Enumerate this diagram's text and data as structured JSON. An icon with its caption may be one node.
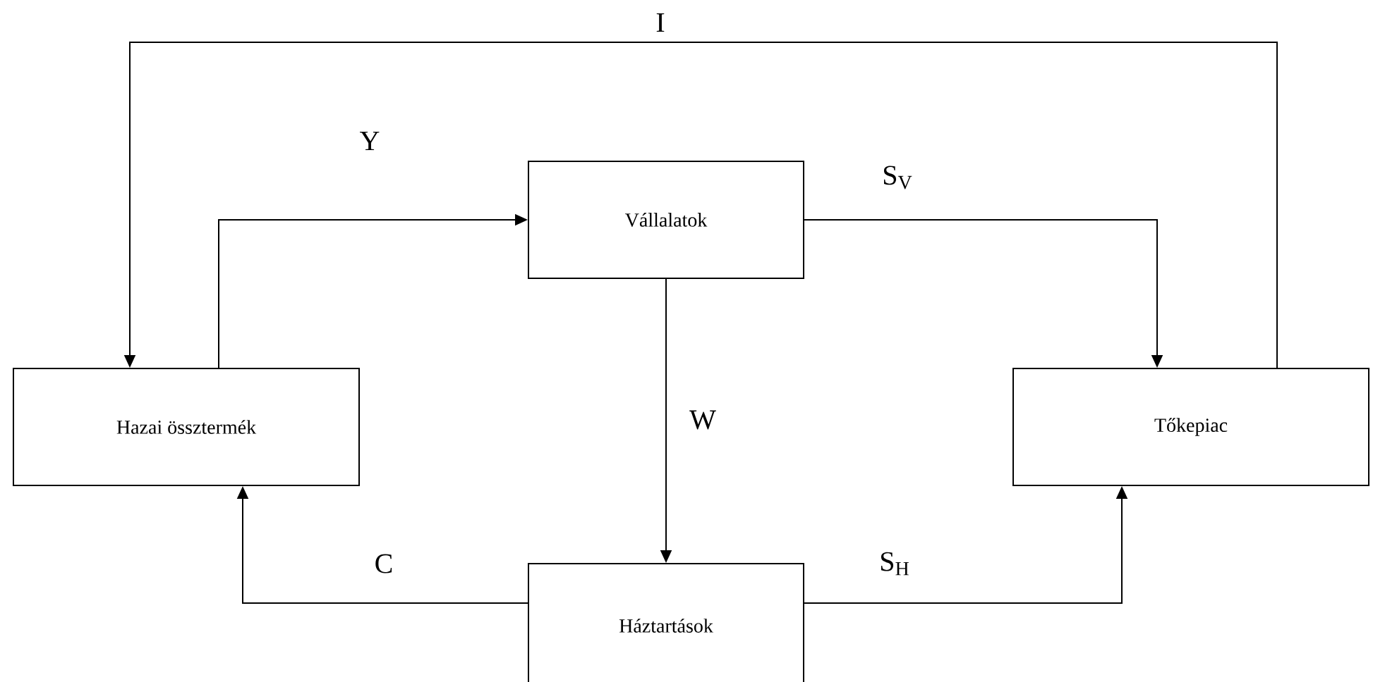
{
  "diagram": {
    "nodes": [
      {
        "text": [
          "Vállalatok"
        ]
      },
      {
        "text": [
          "Hazai össztermék"
        ]
      },
      {
        "text": [
          "Tőkepiac"
        ]
      },
      {
        "text": [
          "Háztartások"
        ]
      }
    ],
    "edges": [
      {
        "from": 1,
        "to": 0,
        "arrow": "to",
        "label": "Y"
      },
      {
        "from": 2,
        "to": 1,
        "arrow": "to",
        "label": "I"
      },
      {
        "from": 0,
        "to": 2,
        "arrow": "to",
        "label": "S$_{V}$"
      },
      {
        "from": 0,
        "to": 3,
        "arrow": "to",
        "label": "W"
      },
      {
        "from": 3,
        "to": 1,
        "arrow": "to",
        "label": "C"
      },
      {
        "from": 3,
        "to": 2,
        "arrow": "to",
        "label": "S$_{H}$"
      }
    ]
  }
}
